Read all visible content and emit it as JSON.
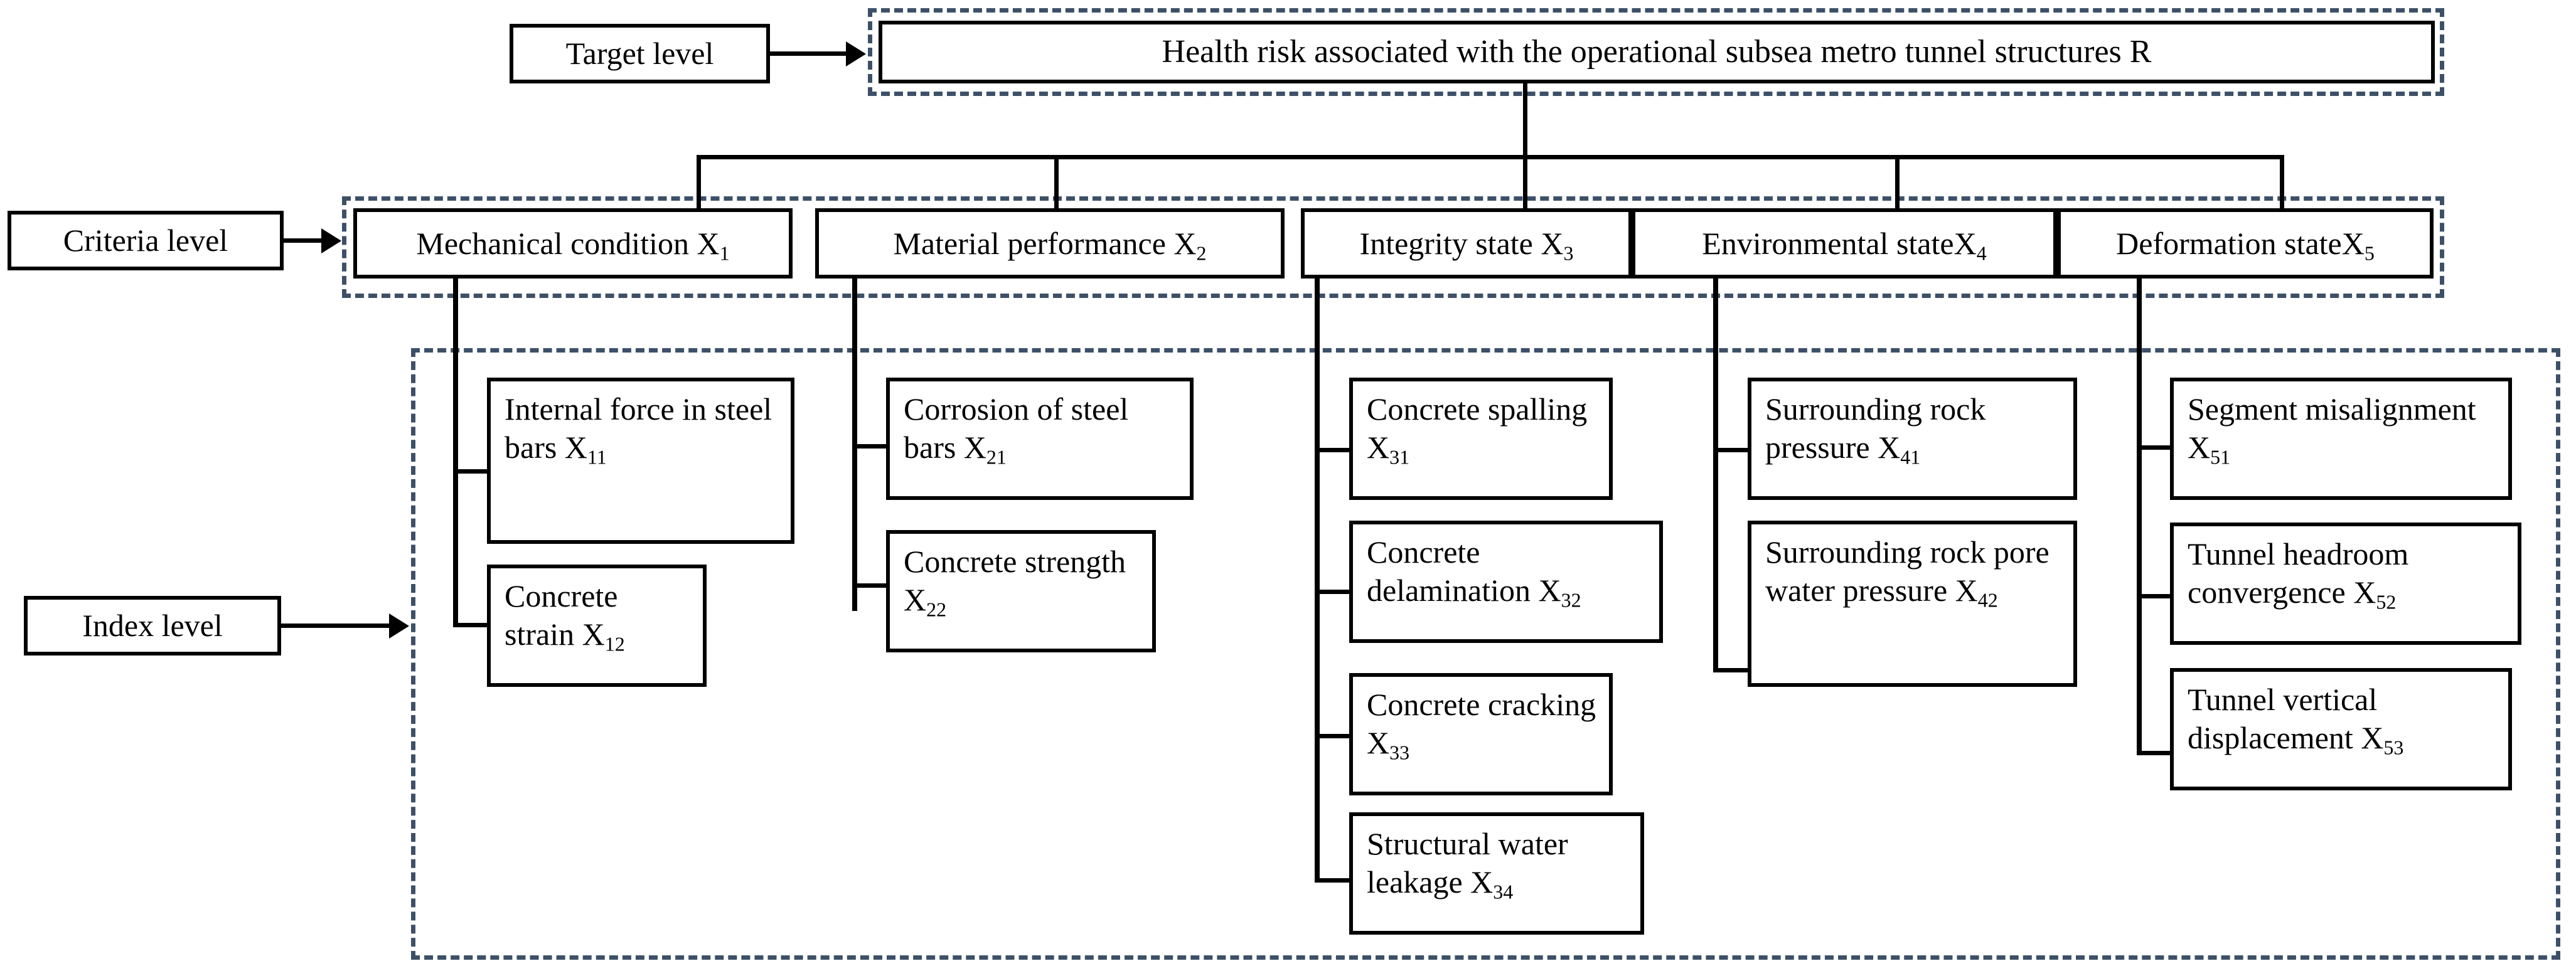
{
  "diagram": {
    "title_text": "Health risk associated with the operational subsea metro tunnel structures R",
    "accent_dashed_color": "#3d5068",
    "line_color": "#000000",
    "levels": [
      {
        "key": "target",
        "label": "Target level"
      },
      {
        "key": "criteria",
        "label": "Criteria level"
      },
      {
        "key": "index",
        "label": "Index level"
      }
    ],
    "target": {
      "label": "Health risk associated with the operational subsea metro tunnel structures R",
      "code": "R"
    },
    "criteria": [
      {
        "name": "Mechanical condition X",
        "code": "1",
        "full": "Mechanical condition X1"
      },
      {
        "name": "Material performance X",
        "code": "2",
        "full": "Material performance X2"
      },
      {
        "name": "Integrity state X",
        "code": "3",
        "full": "Integrity state X3"
      },
      {
        "name": "Environmental stateX",
        "code": "4",
        "full": "Environmental stateX4"
      },
      {
        "name": "Deformation stateX",
        "code": "5",
        "full": "Deformation stateX5"
      }
    ],
    "index_groups": [
      {
        "parent": "Mechanical condition X1",
        "items": [
          {
            "name": "Internal force in steel bars X",
            "code": "11",
            "full": "Internal force in steel bars X11"
          },
          {
            "name": "Concrete strain X",
            "code": "12",
            "full": "Concrete strain X12"
          }
        ]
      },
      {
        "parent": "Material performance X2",
        "items": [
          {
            "name": "Corrosion of steel bars X",
            "code": "21",
            "full": "Corrosion of steel bars X21"
          },
          {
            "name": "Concrete strength X",
            "code": "22",
            "full": "Concrete strength X22"
          }
        ]
      },
      {
        "parent": "Integrity state X3",
        "items": [
          {
            "name": "Concrete spalling X",
            "code": "31",
            "full": "Concrete spalling X31"
          },
          {
            "name": "Concrete delamination X",
            "code": "32",
            "full": "Concrete delamination X32"
          },
          {
            "name": "Concrete cracking X",
            "code": "33",
            "full": "Concrete cracking X33"
          },
          {
            "name": "Structural water leakage X",
            "code": "34",
            "full": "Structural water leakage X34"
          }
        ]
      },
      {
        "parent": "Environmental stateX4",
        "items": [
          {
            "name": "Surrounding rock pressure X",
            "code": "41",
            "full": "Surrounding rock pressure X41"
          },
          {
            "name": "Surrounding rock pore water pressure X",
            "code": "42",
            "full": "Surrounding rock pore water pressure X42"
          }
        ]
      },
      {
        "parent": "Deformation stateX5",
        "items": [
          {
            "name": "Segment misalignment X",
            "code": "51",
            "full": "Segment misalignment X51"
          },
          {
            "name": "Tunnel headroom convergence X",
            "code": "52",
            "full": "Tunnel headroom convergence X52"
          },
          {
            "name": "Tunnel vertical displacement X",
            "code": "53",
            "full": "Tunnel vertical displacement X53"
          }
        ]
      }
    ]
  }
}
